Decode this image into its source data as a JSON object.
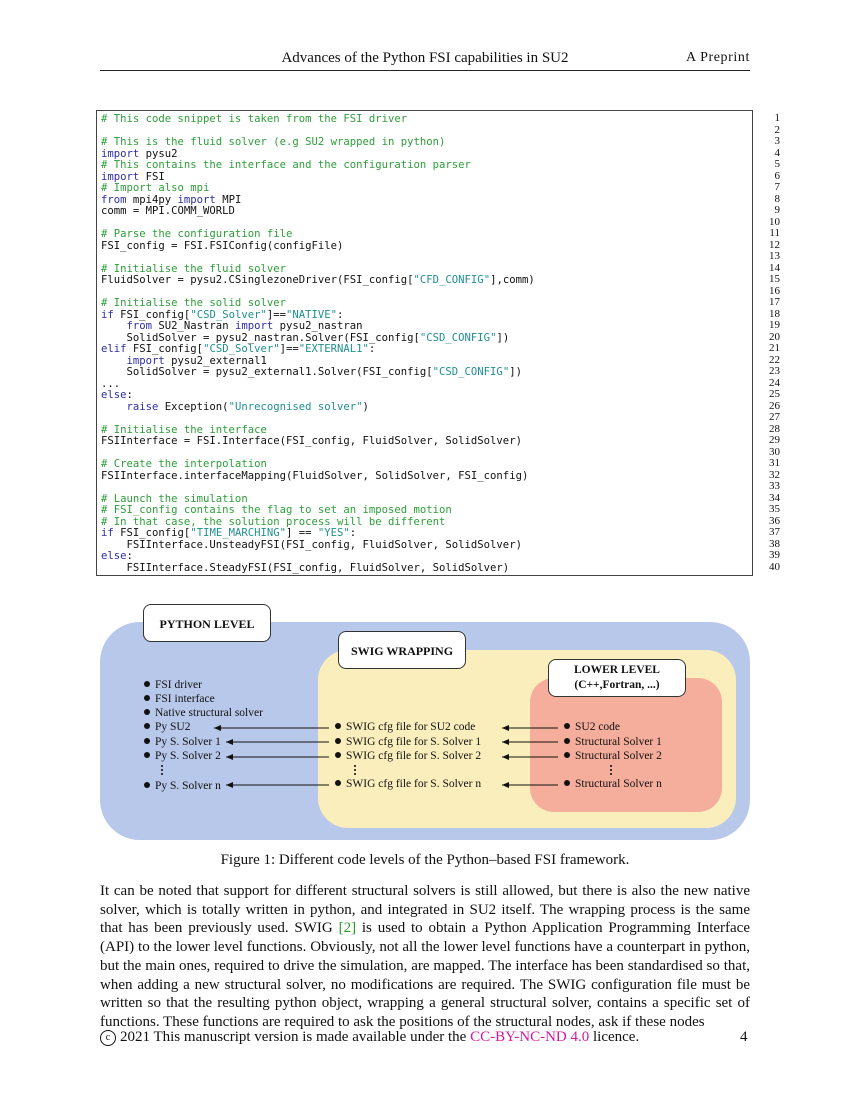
{
  "header": {
    "title": "Advances of the Python FSI capabilities in SU2",
    "preprint": "A Preprint"
  },
  "code": {
    "lines": [
      [
        {
          "t": "# This code snippet is taken from the FSI driver",
          "c": "c"
        }
      ],
      [],
      [
        {
          "t": "# This is the fluid solver (e.g SU2 wrapped in python)",
          "c": "c"
        }
      ],
      [
        {
          "t": "import",
          "c": "k"
        },
        {
          "t": " pysu2"
        }
      ],
      [
        {
          "t": "# This contains the interface and the configuration parser",
          "c": "c"
        }
      ],
      [
        {
          "t": "import",
          "c": "k"
        },
        {
          "t": " FSI"
        }
      ],
      [
        {
          "t": "# Import also mpi",
          "c": "c"
        }
      ],
      [
        {
          "t": "from",
          "c": "k"
        },
        {
          "t": " mpi4py "
        },
        {
          "t": "import",
          "c": "k"
        },
        {
          "t": " MPI"
        }
      ],
      [
        {
          "t": "comm = MPI.COMM_WORLD"
        }
      ],
      [],
      [
        {
          "t": "# Parse the configuration file",
          "c": "c"
        }
      ],
      [
        {
          "t": "FSI_config = FSI.FSIConfig(configFile)"
        }
      ],
      [],
      [
        {
          "t": "# Initialise the fluid solver",
          "c": "c"
        }
      ],
      [
        {
          "t": "FluidSolver = pysu2.CSinglezoneDriver(FSI_config["
        },
        {
          "t": "\"CFD_CONFIG\"",
          "c": "s"
        },
        {
          "t": "],comm)"
        }
      ],
      [],
      [
        {
          "t": "# Initialise the solid solver",
          "c": "c"
        }
      ],
      [
        {
          "t": "if",
          "c": "k"
        },
        {
          "t": " FSI_config["
        },
        {
          "t": "\"CSD_Solver\"",
          "c": "s"
        },
        {
          "t": "]=="
        },
        {
          "t": "\"NATIVE\"",
          "c": "s"
        },
        {
          "t": ":"
        }
      ],
      [
        {
          "t": "    "
        },
        {
          "t": "from",
          "c": "k"
        },
        {
          "t": " SU2_Nastran "
        },
        {
          "t": "import",
          "c": "k"
        },
        {
          "t": " pysu2_nastran"
        }
      ],
      [
        {
          "t": "    SolidSolver = pysu2_nastran.Solver(FSI_config["
        },
        {
          "t": "\"CSD_CONFIG\"",
          "c": "s"
        },
        {
          "t": "])"
        }
      ],
      [
        {
          "t": "elif",
          "c": "k"
        },
        {
          "t": " FSI_config["
        },
        {
          "t": "\"CSD_Solver\"",
          "c": "s"
        },
        {
          "t": "]=="
        },
        {
          "t": "\"EXTERNAL1\"",
          "c": "s"
        },
        {
          "t": ":"
        }
      ],
      [
        {
          "t": "    "
        },
        {
          "t": "import",
          "c": "k"
        },
        {
          "t": " pysu2_external1"
        }
      ],
      [
        {
          "t": "    SolidSolver = pysu2_external1.Solver(FSI_config["
        },
        {
          "t": "\"CSD_CONFIG\"",
          "c": "s"
        },
        {
          "t": "])"
        }
      ],
      [
        {
          "t": "..."
        }
      ],
      [
        {
          "t": "else",
          "c": "k"
        },
        {
          "t": ":"
        }
      ],
      [
        {
          "t": "    "
        },
        {
          "t": "raise",
          "c": "k"
        },
        {
          "t": " Exception("
        },
        {
          "t": "\"Unrecognised solver\"",
          "c": "s"
        },
        {
          "t": ")"
        }
      ],
      [],
      [
        {
          "t": "# Initialise the interface",
          "c": "c"
        }
      ],
      [
        {
          "t": "FSIInterface = FSI.Interface(FSI_config, FluidSolver, SolidSolver)"
        }
      ],
      [],
      [
        {
          "t": "# Create the interpolation",
          "c": "c"
        }
      ],
      [
        {
          "t": "FSIInterface.interfaceMapping(FluidSolver, SolidSolver, FSI_config)"
        }
      ],
      [],
      [
        {
          "t": "# Launch the simulation",
          "c": "c"
        }
      ],
      [
        {
          "t": "# FSI_config contains the flag to set an imposed motion",
          "c": "c"
        }
      ],
      [
        {
          "t": "# In that case, the solution process will be different",
          "c": "c"
        }
      ],
      [
        {
          "t": "if",
          "c": "k"
        },
        {
          "t": " FSI_config["
        },
        {
          "t": "\"TIME_MARCHING\"",
          "c": "s"
        },
        {
          "t": "] == "
        },
        {
          "t": "\"YES\"",
          "c": "s"
        },
        {
          "t": ":"
        }
      ],
      [
        {
          "t": "    FSIInterface.UnsteadyFSI(FSI_config, FluidSolver, SolidSolver)"
        }
      ],
      [
        {
          "t": "else",
          "c": "k"
        },
        {
          "t": ":"
        }
      ],
      [
        {
          "t": "    FSIInterface.SteadyFSI(FSI_config, FluidSolver, SolidSolver)"
        }
      ]
    ],
    "line_numbers": [
      "1",
      "2",
      "3",
      "4",
      "5",
      "6",
      "7",
      "8",
      "9",
      "10",
      "11",
      "12",
      "13",
      "14",
      "15",
      "16",
      "17",
      "18",
      "19",
      "20",
      "21",
      "22",
      "23",
      "24",
      "25",
      "26",
      "27",
      "28",
      "29",
      "30",
      "31",
      "32",
      "33",
      "34",
      "35",
      "36",
      "37",
      "38",
      "39",
      "40"
    ]
  },
  "figure": {
    "python_label": "PYTHON LEVEL",
    "swig_label": "SWIG WRAPPING",
    "lower_label_1": "LOWER LEVEL",
    "lower_label_2": "(C++,Fortran, ...)",
    "python_items": [
      "FSI driver",
      "FSI interface",
      "Native structural solver",
      "Py SU2",
      "Py S. Solver 1",
      "Py S. Solver 2",
      "Py S. Solver n"
    ],
    "swig_items": [
      "SWIG   cfg  file for  SU2  code",
      "SWIG   cfg  file for  S. Solver 1",
      "SWIG   cfg  file for  S. Solver 2",
      "SWIG   cfg  file for  S. Solver n"
    ],
    "lower_items": [
      "SU2  code",
      "Structural   Solver 1",
      "Structural   Solver 2",
      "Structural   Solver n"
    ],
    "colors": {
      "outer": "#b8c8ea",
      "middle": "#faeebc",
      "inner": "#f5ad9c"
    }
  },
  "caption": "Figure 1: Different code levels of the Python–based FSI framework.",
  "paragraph": {
    "before_cite": "It can be noted that support for different structural solvers is still allowed, but there is also the new native solver, which is totally written in python, and integrated in SU2 itself. The wrapping process is the same that has been previously used. SWIG ",
    "cite": "[2]",
    "after_cite": " is used to obtain a Python Application Programming Interface (API) to the lower level functions. Obviously, not all the lower level functions have a counterpart in python, but the main ones, required to drive the simulation, are mapped. The interface has been standardised so that, when adding a new structural solver, no modifications are required. The SWIG configuration file must be written so that the resulting python object, wrapping a general structural solver, contains a specific set of functions. These functions are required to ask the positions of the structural nodes, ask if these nodes"
  },
  "footer": {
    "copyright_symbol": "c",
    "text_before": "2021 This manuscript version is made available under the ",
    "license": "CC-BY-NC-ND 4.0",
    "text_after": " licence.",
    "page": "4"
  }
}
